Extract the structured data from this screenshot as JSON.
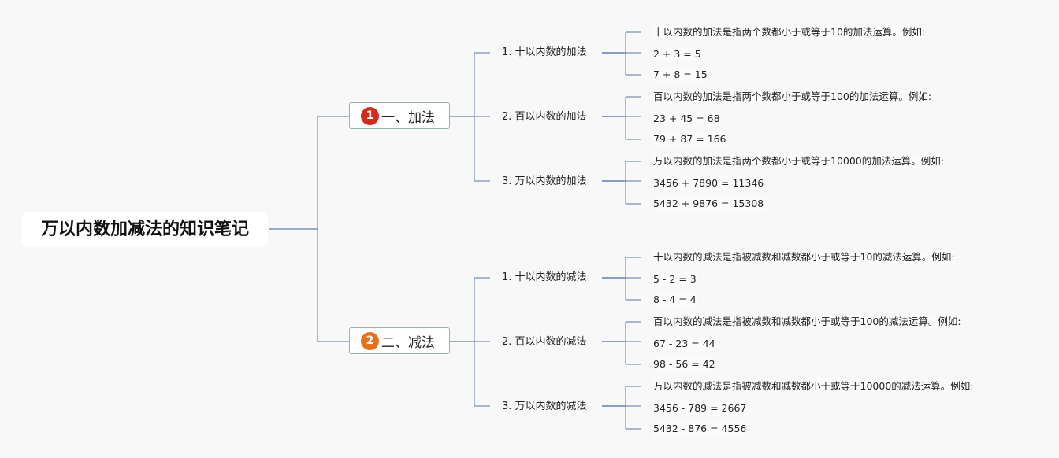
{
  "root": {
    "title": "万以内数加减法的知识笔记"
  },
  "branches": [
    {
      "badge": "1",
      "badge_color": "#d42a1c",
      "label": "一、加法",
      "children": [
        {
          "label": "1. 十以内数的加法",
          "leaves": [
            "十以内数的加法是指两个数都小于或等于10的加法运算。例如:",
            "2 + 3 = 5",
            "7 + 8 = 15"
          ]
        },
        {
          "label": "2. 百以内数的加法",
          "leaves": [
            "百以内数的加法是指两个数都小于或等于100的加法运算。例如:",
            "23 + 45 = 68",
            "79 + 87 = 166"
          ]
        },
        {
          "label": "3. 万以内数的加法",
          "leaves": [
            "万以内数的加法是指两个数都小于或等于10000的加法运算。例如:",
            "3456 + 7890 = 11346",
            "5432 + 9876 = 15308"
          ]
        }
      ]
    },
    {
      "badge": "2",
      "badge_color": "#e8701a",
      "label": "二、减法",
      "children": [
        {
          "label": "1. 十以内数的减法",
          "leaves": [
            "十以内数的减法是指被减数和减数都小于或等于10的减法运算。例如:",
            "5 - 2 = 3",
            "8 - 4 = 4"
          ]
        },
        {
          "label": "2. 百以内数的减法",
          "leaves": [
            "百以内数的减法是指被减数和减数都小于或等于100的减法运算。例如:",
            "67 - 23 = 44",
            "98 - 56 = 42"
          ]
        },
        {
          "label": "3. 万以内数的减法",
          "leaves": [
            "万以内数的减法是指被减数和减数都小于或等于10000的减法运算。例如:",
            "3456 - 789 = 2667",
            "5432 - 876 = 4556"
          ]
        }
      ]
    }
  ],
  "colors": {
    "connector": "#7b8fb8",
    "node_border": "#8fb7ad"
  }
}
